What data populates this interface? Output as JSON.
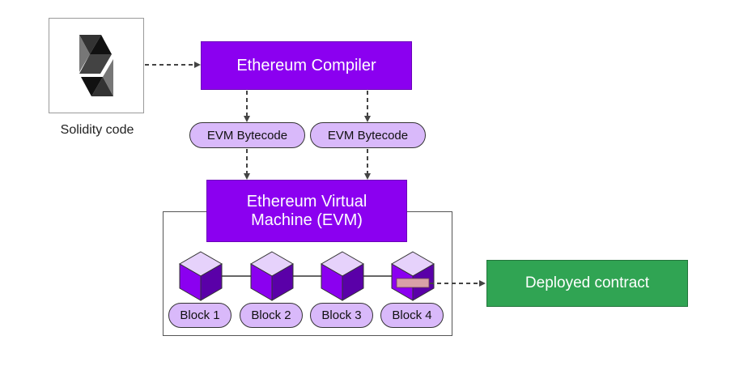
{
  "solidity": {
    "caption": "Solidity code",
    "icon": "solidity-logo-icon"
  },
  "compiler": {
    "label": "Ethereum Compiler"
  },
  "bytecodes": [
    {
      "label": "EVM Bytecode"
    },
    {
      "label": "EVM Bytecode"
    }
  ],
  "evm": {
    "label": "Ethereum Virtual\nMachine (EVM)"
  },
  "blocks": [
    {
      "label": "Block 1"
    },
    {
      "label": "Block 2"
    },
    {
      "label": "Block 3"
    },
    {
      "label": "Block 4"
    }
  ],
  "deployed": {
    "label": "Deployed contract"
  },
  "colors": {
    "purple": "#8b00f0",
    "pill": "#d9b9fa",
    "green": "#30a453",
    "cube_top": "#e6d2fb",
    "cube_left": "#8b00f0",
    "cube_right": "#5a00a8",
    "contract_marker": "#d9a0a8"
  }
}
